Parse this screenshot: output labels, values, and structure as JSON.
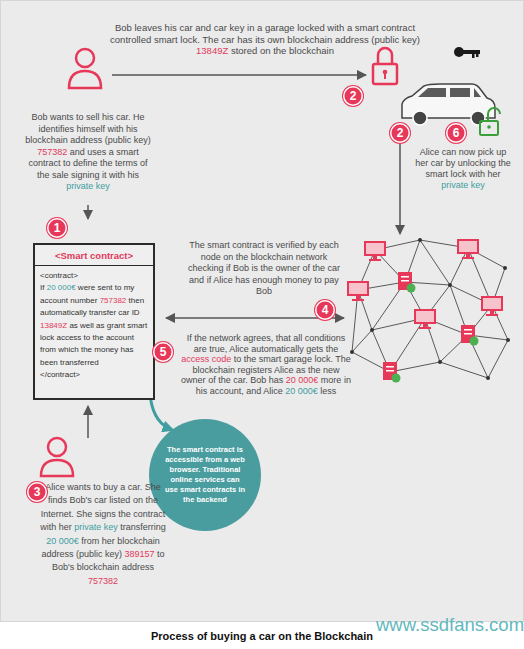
{
  "diagram": {
    "caption": "Process of buying a car on the Blockchain",
    "nodes": [
      {
        "text": [
          "2"
        ]
      },
      {
        "text": [
          "2"
        ]
      },
      {
        "text": [
          "6"
        ]
      },
      {
        "text": [
          "1"
        ]
      },
      {
        "text": [
          "<Smart contract>",
          "<contract> If 20 000€ were sent to my account number 757382 then automatically transfer car ID 13849Z as well as grant smart lock access to the account from which the money has been transferred </contract>"
        ]
      },
      {
        "text": [
          "4"
        ]
      },
      {
        "text": [
          "5"
        ]
      },
      {
        "text": [
          "The smart contract is accessible from a web browser. Traditional online services can use smart contracts in the backend"
        ]
      },
      {
        "text": [
          "3"
        ]
      }
    ],
    "edges": [
      {
        "from": 4,
        "to": 7,
        "arrow": "to"
      }
    ],
    "labels": [
      "Bob leaves his car and car key in a garage locked with a smart contract controlled smart lock. The car has its own blockchain address (public key) 13849Z stored on the blockchain",
      "Bob wants to sell his car. He identifies himself with his blockchain address (public key) 757382 and uses a smart contract to define the terms of the sale signing it with his private key",
      "Alice can now pick up her car by unlocking the smart lock with her private key",
      "The smart contract is verified by each node on the blockchain network checking if Bob is the owner of the car and if Alice has enough money to pay Bob",
      "If the network agrees, that all conditions are true, Alice automatically gets the access code to the smart garage lock. The blockchain registers Alice as the new owner of the car. Bob has 20 000€ more in his account, and Alice 20 000€ less",
      "Alice wants to buy a car. She finds Bob's car listed on the Internet. She signs the contract with her private key transferring 20 000€ from her blockchain address (public key) 389157 to Bob's blockchain address 757382",
      "www.ssdfans.com"
    ]
  }
}
